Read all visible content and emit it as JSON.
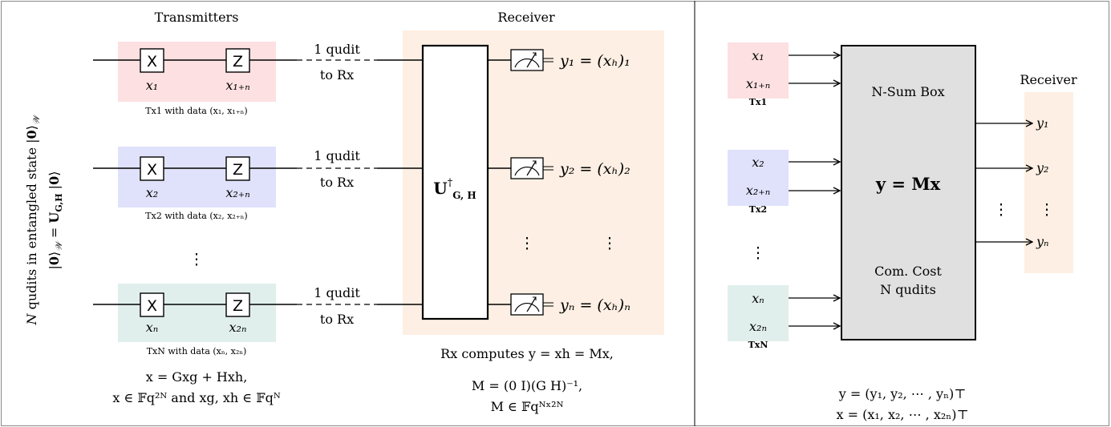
{
  "left": {
    "side_label": [
      "N qudits in entangled state |0⟩",
      "|0⟩",
      " = U",
      " |0⟩"
    ],
    "side_label_sub": [
      "𝒲",
      "𝒲",
      "G,H"
    ],
    "transmitters_title": "Transmitters",
    "receiver_title": "Receiver",
    "transmitters": [
      {
        "gate_x": "X",
        "gate_z": "Z",
        "label_x": "x₁",
        "label_z": "x₁₊ₙ",
        "caption": "Tx1 with data (x₁, x₁₊ₙ)",
        "link_top": "1 qudit",
        "link_bottom": "to Rx"
      },
      {
        "gate_x": "X",
        "gate_z": "Z",
        "label_x": "x₂",
        "label_z": "x₂₊ₙ",
        "caption": "Tx2 with data (x₂, x₂₊ₙ)",
        "link_top": "1 qudit",
        "link_bottom": "to Rx"
      },
      {
        "gate_x": "X",
        "gate_z": "Z",
        "label_x": "xₙ",
        "label_z": "x₂ₙ",
        "caption": "TxN with data (xₙ, x₂ₙ)",
        "link_top": "1 qudit",
        "link_bottom": "to Rx"
      }
    ],
    "dots": "⋮",
    "unitary": "U†G, H",
    "outputs": [
      "y₁ = (xₕ)₁",
      "y₂ = (xₕ)₂",
      "yₙ = (xₕ)ₙ"
    ],
    "tx_eq_1": "x = Gxg + Hxh,",
    "tx_eq_2": "x ∈ 𝔽q²ᴺ and xg, xh ∈ 𝔽qᴺ",
    "rx_eq_1": "Rx computes y = xh = Mx,",
    "rx_eq_2": "M = (0  I)(G  H)⁻¹,",
    "rx_eq_3": "M ∈ 𝔽qᴺˣ²ᴺ"
  },
  "right": {
    "inputs": [
      {
        "a": "x₁",
        "b": "x₁₊ₙ",
        "tag": "Tx1"
      },
      {
        "a": "x₂",
        "b": "x₂₊ₙ",
        "tag": "Tx2"
      },
      {
        "a": "xₙ",
        "b": "x₂ₙ",
        "tag": "TxN"
      }
    ],
    "dots": "⋮",
    "box_title": "N-Sum Box",
    "box_eq": "y = Mx",
    "cost_1": "Com. Cost",
    "cost_2": "N qudits",
    "receiver_title": "Receiver",
    "outputs": [
      "y₁",
      "y₂",
      "yₙ"
    ],
    "eq_y": "y = (y₁, y₂, ⋯ , yₙ)⊤",
    "eq_x": "x = (x₁, x₂, ⋯ , x₂ₙ)⊤"
  },
  "colors": {
    "tx1": "#fde0e2",
    "tx2": "#e0e2fb",
    "tx3": "#e0efec",
    "receiver": "#fdefe3",
    "box": "#e0e0e0"
  }
}
